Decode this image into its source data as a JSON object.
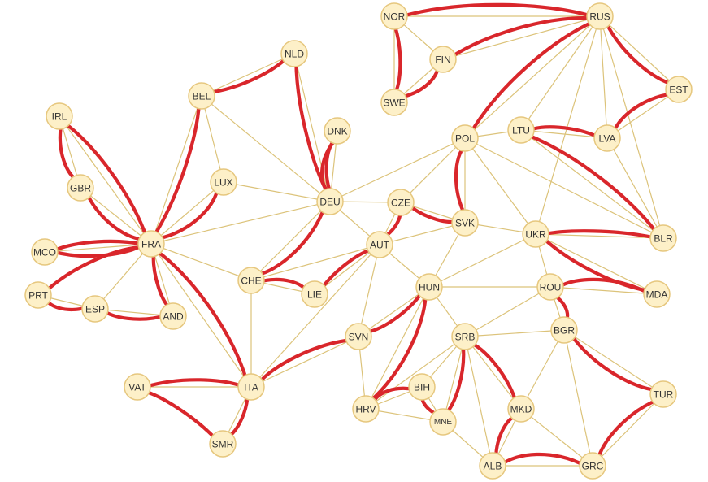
{
  "colors": {
    "edge": "#dcc37a",
    "highlight": "#d9262b",
    "node_fill": "#fdf0c8",
    "node_stroke": "#e6c77e",
    "label": "#333333"
  },
  "nodes": [
    {
      "id": "NOR",
      "label": "NOR"
    },
    {
      "id": "RUS",
      "label": "RUS"
    },
    {
      "id": "FIN",
      "label": "FIN"
    },
    {
      "id": "SWE",
      "label": "SWE"
    },
    {
      "id": "EST",
      "label": "EST"
    },
    {
      "id": "NLD",
      "label": "NLD"
    },
    {
      "id": "BEL",
      "label": "BEL"
    },
    {
      "id": "IRL",
      "label": "IRL"
    },
    {
      "id": "DNK",
      "label": "DNK"
    },
    {
      "id": "POL",
      "label": "POL"
    },
    {
      "id": "LTU",
      "label": "LTU"
    },
    {
      "id": "LVA",
      "label": "LVA"
    },
    {
      "id": "GBR",
      "label": "GBR"
    },
    {
      "id": "LUX",
      "label": "LUX"
    },
    {
      "id": "DEU",
      "label": "DEU"
    },
    {
      "id": "CZE",
      "label": "CZE"
    },
    {
      "id": "SVK",
      "label": "SVK"
    },
    {
      "id": "UKR",
      "label": "UKR"
    },
    {
      "id": "BLR",
      "label": "BLR"
    },
    {
      "id": "MCO",
      "label": "MCO"
    },
    {
      "id": "FRA",
      "label": "FRA"
    },
    {
      "id": "AUT",
      "label": "AUT"
    },
    {
      "id": "CHE",
      "label": "CHE"
    },
    {
      "id": "HUN",
      "label": "HUN"
    },
    {
      "id": "ROU",
      "label": "ROU"
    },
    {
      "id": "MDA",
      "label": "MDA"
    },
    {
      "id": "PRT",
      "label": "PRT"
    },
    {
      "id": "LIE",
      "label": "LIE"
    },
    {
      "id": "ESP",
      "label": "ESP"
    },
    {
      "id": "AND",
      "label": "AND"
    },
    {
      "id": "SVN",
      "label": "SVN"
    },
    {
      "id": "SRB",
      "label": "SRB"
    },
    {
      "id": "BGR",
      "label": "BGR"
    },
    {
      "id": "VAT",
      "label": "VAT"
    },
    {
      "id": "ITA",
      "label": "ITA"
    },
    {
      "id": "BIH",
      "label": "BIH"
    },
    {
      "id": "TUR",
      "label": "TUR"
    },
    {
      "id": "HRV",
      "label": "HRV"
    },
    {
      "id": "MNE",
      "label": "MNE"
    },
    {
      "id": "MKD",
      "label": "MKD"
    },
    {
      "id": "SMR",
      "label": "SMR"
    },
    {
      "id": "ALB",
      "label": "ALB"
    },
    {
      "id": "GRC",
      "label": "GRC"
    }
  ],
  "edges": [
    [
      "NOR",
      "RUS"
    ],
    [
      "NOR",
      "FIN"
    ],
    [
      "NOR",
      "SWE"
    ],
    [
      "FIN",
      "SWE"
    ],
    [
      "FIN",
      "RUS"
    ],
    [
      "RUS",
      "EST"
    ],
    [
      "RUS",
      "LVA"
    ],
    [
      "RUS",
      "LTU"
    ],
    [
      "RUS",
      "POL"
    ],
    [
      "RUS",
      "BLR"
    ],
    [
      "RUS",
      "UKR"
    ],
    [
      "EST",
      "LVA"
    ],
    [
      "LVA",
      "LTU"
    ],
    [
      "LVA",
      "BLR"
    ],
    [
      "LTU",
      "POL"
    ],
    [
      "LTU",
      "BLR"
    ],
    [
      "POL",
      "DEU"
    ],
    [
      "POL",
      "CZE"
    ],
    [
      "POL",
      "SVK"
    ],
    [
      "POL",
      "UKR"
    ],
    [
      "POL",
      "BLR"
    ],
    [
      "BLR",
      "UKR"
    ],
    [
      "UKR",
      "SVK"
    ],
    [
      "UKR",
      "HUN"
    ],
    [
      "UKR",
      "ROU"
    ],
    [
      "UKR",
      "MDA"
    ],
    [
      "ROU",
      "MDA"
    ],
    [
      "ROU",
      "HUN"
    ],
    [
      "ROU",
      "SRB"
    ],
    [
      "ROU",
      "BGR"
    ],
    [
      "NLD",
      "BEL"
    ],
    [
      "NLD",
      "DEU"
    ],
    [
      "BEL",
      "LUX"
    ],
    [
      "BEL",
      "DEU"
    ],
    [
      "BEL",
      "FRA"
    ],
    [
      "LUX",
      "DEU"
    ],
    [
      "LUX",
      "FRA"
    ],
    [
      "DNK",
      "DEU"
    ],
    [
      "DEU",
      "FRA"
    ],
    [
      "DEU",
      "CZE"
    ],
    [
      "DEU",
      "AUT"
    ],
    [
      "DEU",
      "CHE"
    ],
    [
      "CZE",
      "AUT"
    ],
    [
      "CZE",
      "SVK"
    ],
    [
      "SVK",
      "AUT"
    ],
    [
      "SVK",
      "HUN"
    ],
    [
      "AUT",
      "HUN"
    ],
    [
      "AUT",
      "CHE"
    ],
    [
      "AUT",
      "LIE"
    ],
    [
      "AUT",
      "ITA"
    ],
    [
      "AUT",
      "SVN"
    ],
    [
      "CHE",
      "LIE"
    ],
    [
      "CHE",
      "FRA"
    ],
    [
      "CHE",
      "ITA"
    ],
    [
      "IRL",
      "GBR"
    ],
    [
      "GBR",
      "FRA"
    ],
    [
      "IRL",
      "FRA"
    ],
    [
      "FRA",
      "MCO"
    ],
    [
      "FRA",
      "ESP"
    ],
    [
      "FRA",
      "AND"
    ],
    [
      "FRA",
      "ITA"
    ],
    [
      "PRT",
      "ESP"
    ],
    [
      "ESP",
      "AND"
    ],
    [
      "ITA",
      "VAT"
    ],
    [
      "ITA",
      "SMR"
    ],
    [
      "ITA",
      "SVN"
    ],
    [
      "SVN",
      "HUN"
    ],
    [
      "SVN",
      "HRV"
    ],
    [
      "HUN",
      "HRV"
    ],
    [
      "HUN",
      "SRB"
    ],
    [
      "HRV",
      "BIH"
    ],
    [
      "HRV",
      "SRB"
    ],
    [
      "HRV",
      "MNE"
    ],
    [
      "BIH",
      "SRB"
    ],
    [
      "BIH",
      "MNE"
    ],
    [
      "SRB",
      "MNE"
    ],
    [
      "SRB",
      "MKD"
    ],
    [
      "SRB",
      "BGR"
    ],
    [
      "SRB",
      "ALB"
    ],
    [
      "MNE",
      "ALB"
    ],
    [
      "ALB",
      "MKD"
    ],
    [
      "ALB",
      "GRC"
    ],
    [
      "MKD",
      "BGR"
    ],
    [
      "MKD",
      "GRC"
    ],
    [
      "BGR",
      "GRC"
    ],
    [
      "BGR",
      "TUR"
    ],
    [
      "GRC",
      "TUR"
    ]
  ],
  "highlighted_paths": [
    [
      "NOR",
      "RUS"
    ],
    [
      "NOR",
      "SWE"
    ],
    [
      "SWE",
      "FIN"
    ],
    [
      "FIN",
      "RUS"
    ],
    [
      "RUS",
      "EST"
    ],
    [
      "EST",
      "LVA"
    ],
    [
      "LVA",
      "LTU"
    ],
    [
      "LTU",
      "BLR"
    ],
    [
      "BLR",
      "UKR"
    ],
    [
      "UKR",
      "MDA"
    ],
    [
      "MDA",
      "ROU"
    ],
    [
      "ROU",
      "BGR"
    ],
    [
      "BGR",
      "TUR"
    ],
    [
      "TUR",
      "GRC"
    ],
    [
      "GRC",
      "ALB"
    ],
    [
      "ALB",
      "MKD"
    ],
    [
      "MKD",
      "SRB"
    ],
    [
      "SRB",
      "MNE"
    ],
    [
      "MNE",
      "BIH"
    ],
    [
      "BIH",
      "HRV"
    ],
    [
      "HRV",
      "HUN"
    ],
    [
      "HUN",
      "SVN"
    ],
    [
      "SVN",
      "ITA"
    ],
    [
      "ITA",
      "SMR"
    ],
    [
      "SMR",
      "VAT"
    ],
    [
      "VAT",
      "ITA"
    ],
    [
      "ITA",
      "FRA"
    ],
    [
      "FRA",
      "AND"
    ],
    [
      "AND",
      "ESP"
    ],
    [
      "ESP",
      "PRT"
    ],
    [
      "PRT",
      "FRA"
    ],
    [
      "FRA",
      "MCO"
    ],
    [
      "MCO",
      "FRA"
    ],
    [
      "FRA",
      "IRL"
    ],
    [
      "IRL",
      "GBR"
    ],
    [
      "GBR",
      "FRA"
    ],
    [
      "FRA",
      "BEL"
    ],
    [
      "BEL",
      "NLD"
    ],
    [
      "NLD",
      "DEU"
    ],
    [
      "DEU",
      "DNK"
    ],
    [
      "DNK",
      "DEU"
    ],
    [
      "DEU",
      "CHE"
    ],
    [
      "CHE",
      "LIE"
    ],
    [
      "LIE",
      "AUT"
    ],
    [
      "AUT",
      "CZE"
    ],
    [
      "CZE",
      "SVK"
    ],
    [
      "SVK",
      "POL"
    ],
    [
      "POL",
      "RUS"
    ],
    [
      "FRA",
      "LUX"
    ]
  ]
}
